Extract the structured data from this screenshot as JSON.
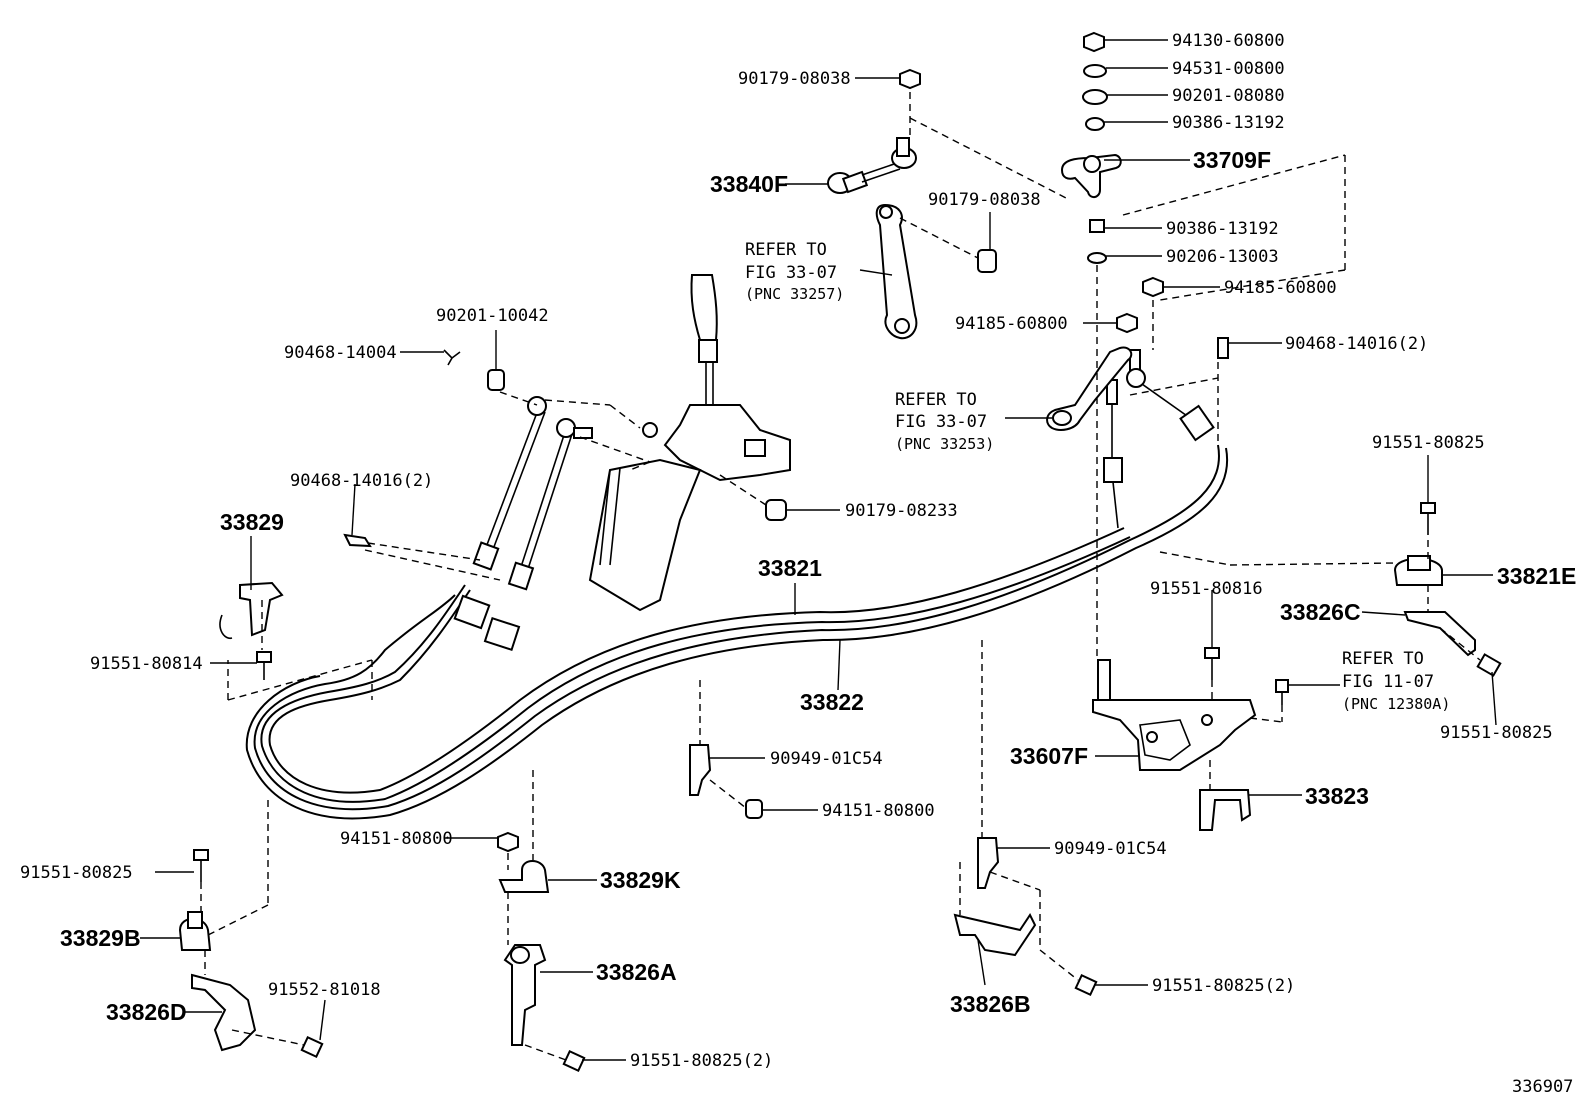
{
  "labels": {
    "p9413060800": "94130-60800",
    "p9453100800": "94531-00800",
    "p9020108080": "90201-08080",
    "p9038613192a": "90386-13192",
    "p33709F": "33709F",
    "p9017908038a": "90179-08038",
    "p33840F": "33840F",
    "p9017908038b": "90179-08038",
    "p9038613192b": "90386-13192",
    "p9020613003": "90206-13003",
    "p9418560800a": "94185-60800",
    "p9418560800b": "94185-60800",
    "p9020110042": "90201-10042",
    "p9046814004": "90468-14004",
    "p9046814016a": "90468-14016(2)",
    "p9046814016b": "90468-14016(2)",
    "p9017908233": "90179-08233",
    "p33829": "33829",
    "p9155180814": "91551-80814",
    "p33821": "33821",
    "p33822": "33822",
    "p9155180825a": "91551-80825",
    "p33821E": "33821E",
    "p9155180816": "91551-80816",
    "p33826C": "33826C",
    "p9155180825b": "91551-80825",
    "p33607F": "33607F",
    "p33823": "33823",
    "p9094901C54a": "90949-01C54",
    "p9415180800a": "94151-80800",
    "p9415180800b": "94151-80800",
    "p9155180825c": "91551-80825",
    "p33829K": "33829K",
    "p33829B": "33829B",
    "p33826A": "33826A",
    "p33826D": "33826D",
    "p9155281018": "91552-81018",
    "p9155180825d": "91551-80825(2)",
    "p9094901C54b": "90949-01C54",
    "p33826B": "33826B",
    "p9155180825e": "91551-80825(2)",
    "figId": "336907"
  },
  "refs": {
    "r1": {
      "line1": "REFER TO",
      "line2": "FIG 33-07",
      "line3": "(PNC 33257)"
    },
    "r2": {
      "line1": "REFER TO",
      "line2": "FIG 33-07",
      "line3": "(PNC 33253)"
    },
    "r3": {
      "line1": "REFER TO",
      "line2": "FIG 11-07",
      "line3": "(PNC 12380A)"
    }
  }
}
